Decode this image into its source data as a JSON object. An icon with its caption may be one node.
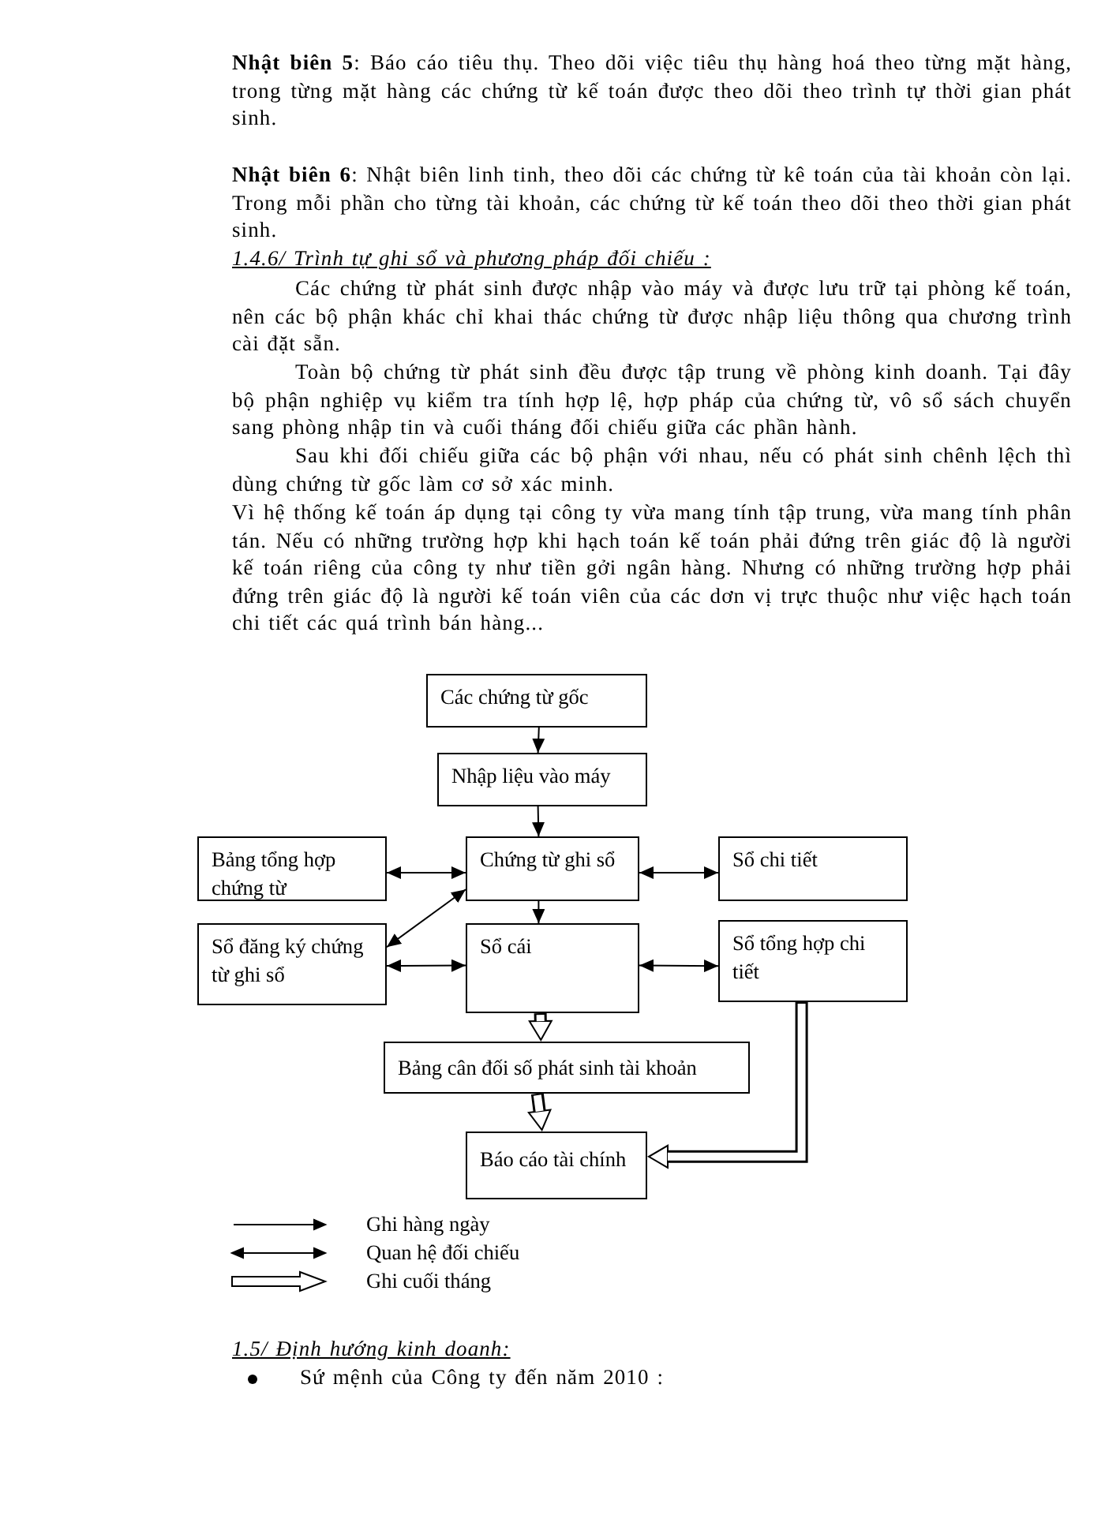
{
  "diagram": {
    "nodes": [
      {
        "text": [
          "Các chứng từ gốc"
        ]
      },
      {
        "text": [
          "Nhập liệu vào máy"
        ]
      },
      {
        "text": [
          "Bảng tổng hợp chứng từ"
        ]
      },
      {
        "text": [
          "Chứng từ ghi sổ"
        ]
      },
      {
        "text": [
          "Sổ chi tiết"
        ]
      },
      {
        "text": [
          "Sổ đăng ký chứng từ ghi sổ"
        ]
      },
      {
        "text": [
          "Sổ cái"
        ]
      },
      {
        "text": [
          "Sổ tổng hợp chi tiết"
        ]
      },
      {
        "text": [
          "Bảng cân đối số phát sinh tài khoản"
        ]
      },
      {
        "text": [
          "Báo cáo tài chính"
        ]
      }
    ],
    "edges": [
      {
        "from": 0,
        "to": 1,
        "arrow": "to"
      },
      {
        "from": 1,
        "to": 3,
        "arrow": "to"
      },
      {
        "from": 2,
        "to": 3,
        "arrow": "both"
      },
      {
        "from": 3,
        "to": 4,
        "arrow": "both"
      },
      {
        "from": 3,
        "to": 5,
        "arrow": "both"
      },
      {
        "from": 3,
        "to": 6,
        "arrow": "to"
      },
      {
        "from": 5,
        "to": 6,
        "arrow": "both"
      },
      {
        "from": 6,
        "to": 7,
        "arrow": "both"
      },
      {
        "from": 6,
        "to": 8,
        "arrow": "to",
        "style": "thick"
      },
      {
        "from": 8,
        "to": 9,
        "arrow": "to",
        "style": "thick"
      },
      {
        "from": 7,
        "to": 9,
        "arrow": "to",
        "style": "thick"
      }
    ],
    "labels": [
      "**Nhật biên 5**: Báo cáo tiêu thụ. Theo dõi việc tiêu thụ hàng hoá theo từng mặt hàng, trong từng mặt hàng các chứng từ kế toán được theo dõi theo trình tự thời gian phát sinh.",
      "**Nhật biên 6**: Nhật biên linh tinh, theo dõi các chứng từ kê toán của tài khoản còn lại. Trong mỗi phần cho từng tài khoản, các chứng từ kế toán theo dõi theo thời gian phát sinh.",
      "1.4.6/ Trình tự ghi sổ và phương pháp đối chiếu :",
      "Các chứng từ phát sinh được nhập vào máy và được lưu trữ tại phòng kế toán, nên các bộ phận khác chỉ khai thác chứng từ được nhập liệu thông qua chương trình cài đặt sẵn.",
      "Toàn bộ chứng từ phát sinh đều được tập trung về phòng kinh doanh. Tại đây bộ phận nghiệp vụ kiểm tra tính hợp lệ, hợp pháp của chứng từ, vô sổ sách chuyển sang phòng nhập tin và cuối tháng đối chiếu giữa các phần hành.",
      "Sau khi đối chiếu giữa các bộ phận với nhau, nếu có phát sinh chênh lệch thì dùng chứng từ gốc làm cơ sở xác minh.",
      "Vì hệ thống kế toán áp dụng tại công ty vừa mang tính tập trung, vừa mang tính phân tán. Nếu có những trường hợp khi hạch toán kế toán phải đứng trên giác độ là người kế toán riêng của công ty như tiền gởi ngân hàng. Nhưng có những trường hợp phải đứng trên giác độ là người kế toán viên của các dơn vị trực thuộc như việc hạch toán chi tiết các quá trình bán hàng...",
      "1.5/ Định hướng kinh doanh:",
      "Sứ mệnh của Công ty đến năm 2010 :"
    ],
    "legend": [
      {
        "text": "Ghi hàng ngày"
      },
      {
        "text": "Quan hệ đối chiếu"
      },
      {
        "text": "Ghi cuối tháng"
      }
    ]
  }
}
